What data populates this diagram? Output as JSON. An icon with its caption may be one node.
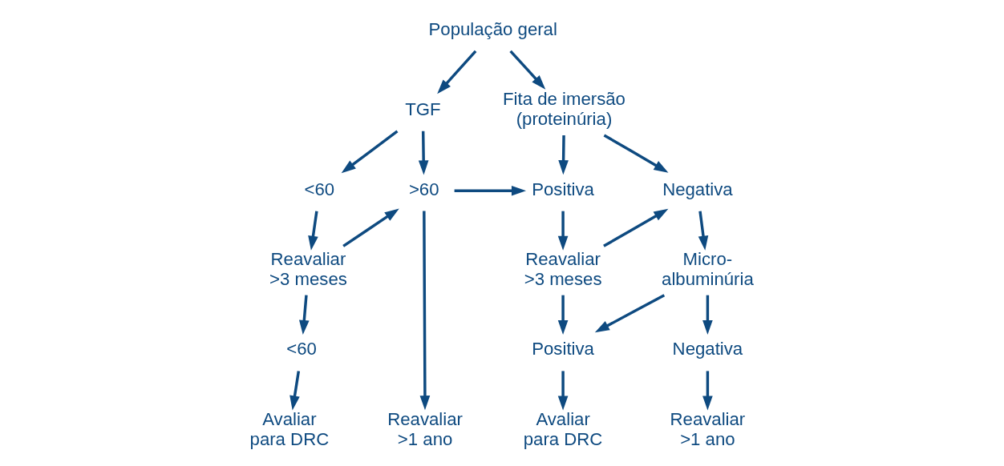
{
  "diagram": {
    "nodes": [
      {
        "text": [
          "População geral"
        ]
      },
      {
        "text": [
          "TGF"
        ]
      },
      {
        "text": [
          "Fita de imersão (proteinúria)"
        ]
      },
      {
        "text": [
          "<60"
        ]
      },
      {
        "text": [
          ">60"
        ]
      },
      {
        "text": [
          "Reavaliar >3 meses"
        ]
      },
      {
        "text": [
          "<60"
        ]
      },
      {
        "text": [
          "Avaliar para DRC"
        ]
      },
      {
        "text": [
          "Reavaliar >1 ano"
        ]
      },
      {
        "text": [
          "Positiva"
        ]
      },
      {
        "text": [
          "Negativa"
        ]
      },
      {
        "text": [
          "Reavaliar >3 meses"
        ]
      },
      {
        "text": [
          "Micro- albuminúria"
        ]
      },
      {
        "text": [
          "Positiva"
        ]
      },
      {
        "text": [
          "Negativa"
        ]
      },
      {
        "text": [
          "Avaliar para DRC"
        ]
      },
      {
        "text": [
          "Reavaliar >1 ano"
        ]
      }
    ],
    "edges": [
      {
        "from": 0,
        "to": 1,
        "arrow": "to"
      },
      {
        "from": 0,
        "to": 2,
        "arrow": "to"
      },
      {
        "from": 1,
        "to": 3,
        "arrow": "to"
      },
      {
        "from": 1,
        "to": 4,
        "arrow": "to"
      },
      {
        "from": 3,
        "to": 5,
        "arrow": "to"
      },
      {
        "from": 5,
        "to": 6,
        "arrow": "to"
      },
      {
        "from": 5,
        "to": 4,
        "arrow": "to"
      },
      {
        "from": 4,
        "to": 9,
        "arrow": "to"
      },
      {
        "from": 4,
        "to": 8,
        "arrow": "to"
      },
      {
        "from": 6,
        "to": 7,
        "arrow": "to"
      },
      {
        "from": 2,
        "to": 9,
        "arrow": "to"
      },
      {
        "from": 2,
        "to": 10,
        "arrow": "to"
      },
      {
        "from": 9,
        "to": 11,
        "arrow": "to"
      },
      {
        "from": 11,
        "to": 13,
        "arrow": "to"
      },
      {
        "from": 11,
        "to": 10,
        "arrow": "to"
      },
      {
        "from": 10,
        "to": 12,
        "arrow": "to"
      },
      {
        "from": 12,
        "to": 14,
        "arrow": "to"
      },
      {
        "from": 12,
        "to": 13,
        "arrow": "to"
      },
      {
        "from": 13,
        "to": 15,
        "arrow": "to"
      },
      {
        "from": 14,
        "to": 16,
        "arrow": "to"
      }
    ]
  }
}
